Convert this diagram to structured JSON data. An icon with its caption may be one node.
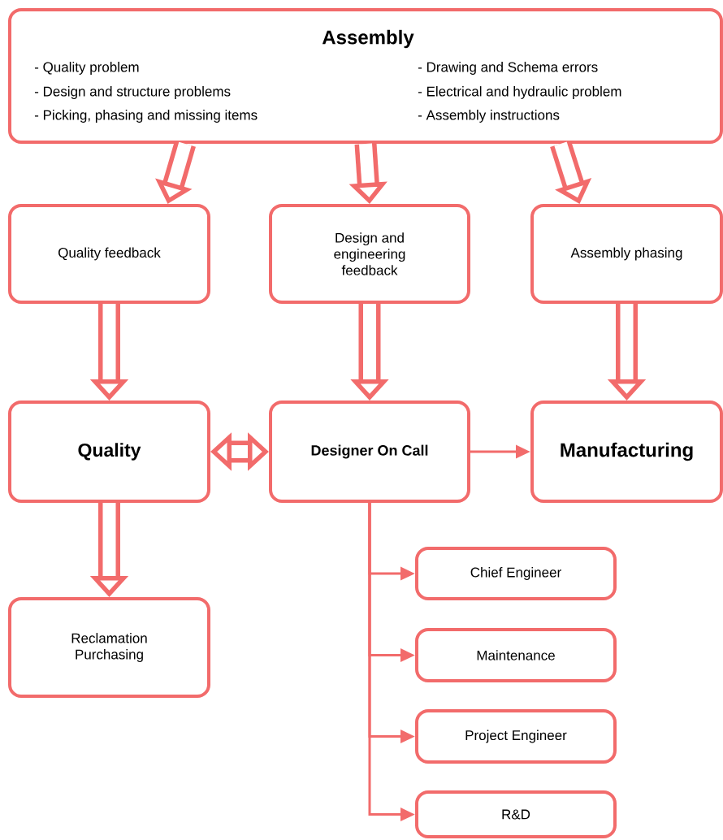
{
  "diagram": {
    "nodes": [
      {
        "text": [
          "Assembly",
          "- Quality problem",
          "- Design and structure problems",
          "- Picking, phasing and missing items",
          "- Drawing and Schema errors",
          "- Electrical and hydraulic problem",
          "- Assembly instructions"
        ]
      },
      {
        "text": [
          "Quality feedback"
        ]
      },
      {
        "text": [
          "Design and engineering feedback"
        ]
      },
      {
        "text": [
          "Assembly phasing"
        ]
      },
      {
        "text": [
          "Quality"
        ]
      },
      {
        "text": [
          "Designer On Call"
        ]
      },
      {
        "text": [
          "Manufacturing"
        ]
      },
      {
        "text": [
          "Reclamation Purchasing"
        ]
      },
      {
        "text": [
          "Chief Engineer"
        ]
      },
      {
        "text": [
          "Maintenance"
        ]
      },
      {
        "text": [
          "Project Engineer"
        ]
      },
      {
        "text": [
          "R&D"
        ]
      }
    ],
    "edges": [
      {
        "from": 0,
        "to": 1,
        "arrow": "to"
      },
      {
        "from": 0,
        "to": 2,
        "arrow": "to"
      },
      {
        "from": 0,
        "to": 3,
        "arrow": "to"
      },
      {
        "from": 1,
        "to": 4,
        "arrow": "to"
      },
      {
        "from": 2,
        "to": 5,
        "arrow": "to"
      },
      {
        "from": 3,
        "to": 6,
        "arrow": "to"
      },
      {
        "from": 4,
        "to": 5,
        "arrow": "both"
      },
      {
        "from": 5,
        "to": 6,
        "arrow": "to"
      },
      {
        "from": 4,
        "to": 7,
        "arrow": "to"
      },
      {
        "from": 5,
        "to": 8,
        "arrow": "to"
      },
      {
        "from": 5,
        "to": 9,
        "arrow": "to"
      },
      {
        "from": 5,
        "to": 10,
        "arrow": "to"
      },
      {
        "from": 5,
        "to": 11,
        "arrow": "to"
      }
    ]
  }
}
